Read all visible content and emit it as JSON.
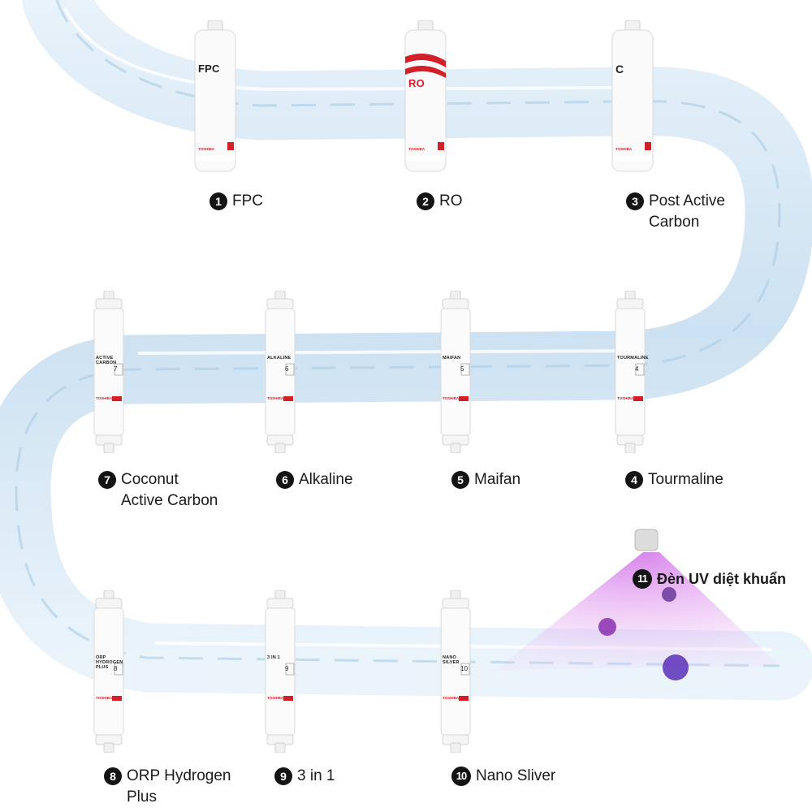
{
  "filters": [
    {
      "n": "1",
      "name": "FPC",
      "print": "FPC",
      "brand": "TOSHIBA"
    },
    {
      "n": "2",
      "name": "RO",
      "print": "RO",
      "brand": "TOSHIBA"
    },
    {
      "n": "3",
      "name": "Post Active\nCarbon",
      "print": "C",
      "brand": "TOSHIBA"
    },
    {
      "n": "4",
      "name": "Tourmaline",
      "print": "TOURMALINE",
      "stage": "4",
      "brand": "TOSHIBA"
    },
    {
      "n": "5",
      "name": "Maifan",
      "print": "MAIFAN",
      "stage": "5",
      "brand": "TOSHIBA"
    },
    {
      "n": "6",
      "name": "Alkaline",
      "print": "ALKALINE",
      "stage": "6",
      "brand": "TOSHIBA"
    },
    {
      "n": "7",
      "name": "Coconut\nActive Carbon",
      "print": "ACTIVE CARBON",
      "stage": "7",
      "brand": "TOSHIBA"
    },
    {
      "n": "8",
      "name": "ORP Hydrogen\nPlus",
      "print": "ORP HYDROGEN\nPLUS",
      "stage": "8",
      "brand": "TOSHIBA"
    },
    {
      "n": "9",
      "name": "3 in 1",
      "print": "3 IN 1",
      "stage": "9",
      "brand": "TOSHIBA"
    },
    {
      "n": "10",
      "name": "Nano Sliver",
      "print": "NANO SILVER",
      "stage": "10",
      "brand": "TOSHIBA"
    }
  ],
  "uv": {
    "n": "11",
    "name": "Đèn UV diệt khuẩn"
  },
  "colors": {
    "water": "#cfe3f2",
    "waterDeep": "#a9cbe6",
    "uv": "#d04be0",
    "accent": "#d32028",
    "badge": "#141414"
  }
}
